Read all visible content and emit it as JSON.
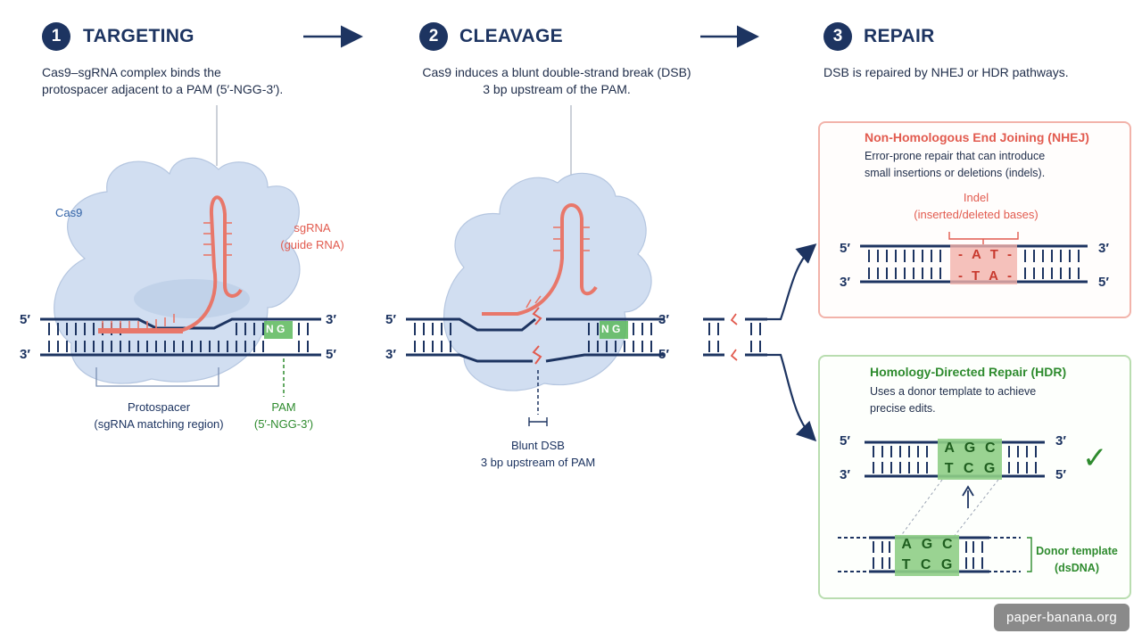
{
  "steps": [
    {
      "num": "1",
      "title": "TARGETING",
      "desc_l1": "Cas9–sgRNA complex binds the",
      "desc_l2": "protospacer adjacent to a PAM (5′-NGG-3′)."
    },
    {
      "num": "2",
      "title": "CLEAVAGE",
      "desc_l1": "Cas9 induces a blunt double-strand break (DSB)",
      "desc_l2": "3 bp upstream of the PAM."
    },
    {
      "num": "3",
      "title": "REPAIR",
      "desc_l1": "DSB is repaired by NHEJ or HDR pathways."
    }
  ],
  "targeting": {
    "cas9": "Cas9",
    "sgrna_l1": "sgRNA",
    "sgrna_l2": "(guide RNA)",
    "protospacer_l1": "Protospacer",
    "protospacer_l2": "(sgRNA matching region)",
    "pam_l1": "PAM",
    "pam_l2": "(5′-NGG-3′)",
    "pam_seq": "N G"
  },
  "cleavage": {
    "dsb_l1": "Blunt DSB",
    "dsb_l2": "3 bp upstream of PAM",
    "pam_seq": "N G"
  },
  "strand_labels": {
    "five": "5′",
    "three": "3′"
  },
  "nhej": {
    "title": "Non-Homologous End Joining (NHEJ)",
    "body_l1": "Error-prone repair that can introduce",
    "body_l2": "small insertions or deletions (indels).",
    "indel_l1": "Indel",
    "indel_l2": "(inserted/deleted bases)",
    "top_bases": [
      "-",
      "A",
      "T",
      "-"
    ],
    "bottom_bases": [
      "-",
      "T",
      "A",
      "-"
    ]
  },
  "hdr": {
    "title": "Homology-Directed Repair (HDR)",
    "body_l1": "Uses a donor template to achieve",
    "body_l2": "precise edits.",
    "top_bases": [
      "A",
      "G",
      "C"
    ],
    "bottom_bases": [
      "T",
      "C",
      "G"
    ],
    "donor_l1": "Donor template",
    "donor_l2": "(dsDNA)",
    "check": "✓"
  },
  "watermark": "paper-banana.org",
  "colors": {
    "navy": "#1d3461",
    "red": "#e25b4f",
    "green": "#2e8b2e",
    "cloud": "#c9d9ef"
  }
}
